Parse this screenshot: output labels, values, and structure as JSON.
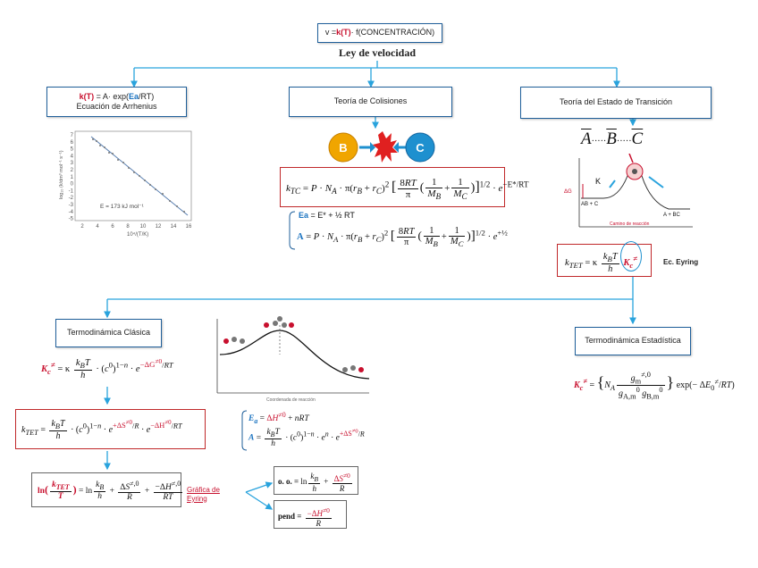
{
  "top": {
    "box_prefix": "v = ",
    "box_k": "k(T)",
    "box_suffix": " · f(CONCENTRACIÓN)",
    "title": "Ley de velocidad"
  },
  "branches": {
    "arrhenius": {
      "line1_k": "k(T)",
      "line1_mid": " = A· exp(",
      "line1_ea": "Ea",
      "line1_end": "/RT)",
      "line2": "Ecuación de Arrhenius"
    },
    "collisions": {
      "label": "Teoría de Colisiones"
    },
    "transition": {
      "label": "Teoría del Estado de Transición"
    }
  },
  "arrhenius_plot": {
    "annotation": "E = 173 kJ mol⁻¹",
    "ylabel": "log₁₀ (k/dm³ mol⁻¹ s⁻¹)",
    "xlabel": "10⁴/(T/K)",
    "yticks": [
      "7",
      "6",
      "5",
      "4",
      "3",
      "2",
      "1",
      "0",
      "-1",
      "-2",
      "-3",
      "-4",
      "-5"
    ],
    "xticks": [
      "2",
      "4",
      "6",
      "8",
      "10",
      "12",
      "14",
      "16"
    ]
  },
  "collision_icons": {
    "b": "B",
    "c": "C"
  },
  "equations": {
    "ktc_lhs": "k",
    "ktc_sub": "TC",
    "ea_label": "Ea",
    "ea_rhs": " = E* + ½ RT",
    "a_label": "A",
    "ktet_lhs": "k",
    "ktet_sub": "TET",
    "eyring_label": "Ec. Eyring"
  },
  "abc_labels": {
    "a": "A",
    "b": "B",
    "c": "C",
    "dots": "·····"
  },
  "tst_diagram": {
    "kc": "K",
    "dg": "ΔG",
    "reactants": "AB + C",
    "products": "A + BC",
    "coord": "Camino de reacción"
  },
  "bottom": {
    "thermo_classic": "Termodinámica Clásica",
    "thermo_stat": "Termodinámica Estadística",
    "grafica_line1": "Gráfica de",
    "grafica_line2": "Eyring",
    "oo_label": "o. o. = ",
    "pend_label": "pend = ",
    "energy_caption": "Coordenada de reacción"
  },
  "colors": {
    "blue_box": "#1f5f9a",
    "arrow": "#29a3dd",
    "red": "#c8102e",
    "b_circle": "#f0a500",
    "c_circle": "#1e90cf"
  }
}
